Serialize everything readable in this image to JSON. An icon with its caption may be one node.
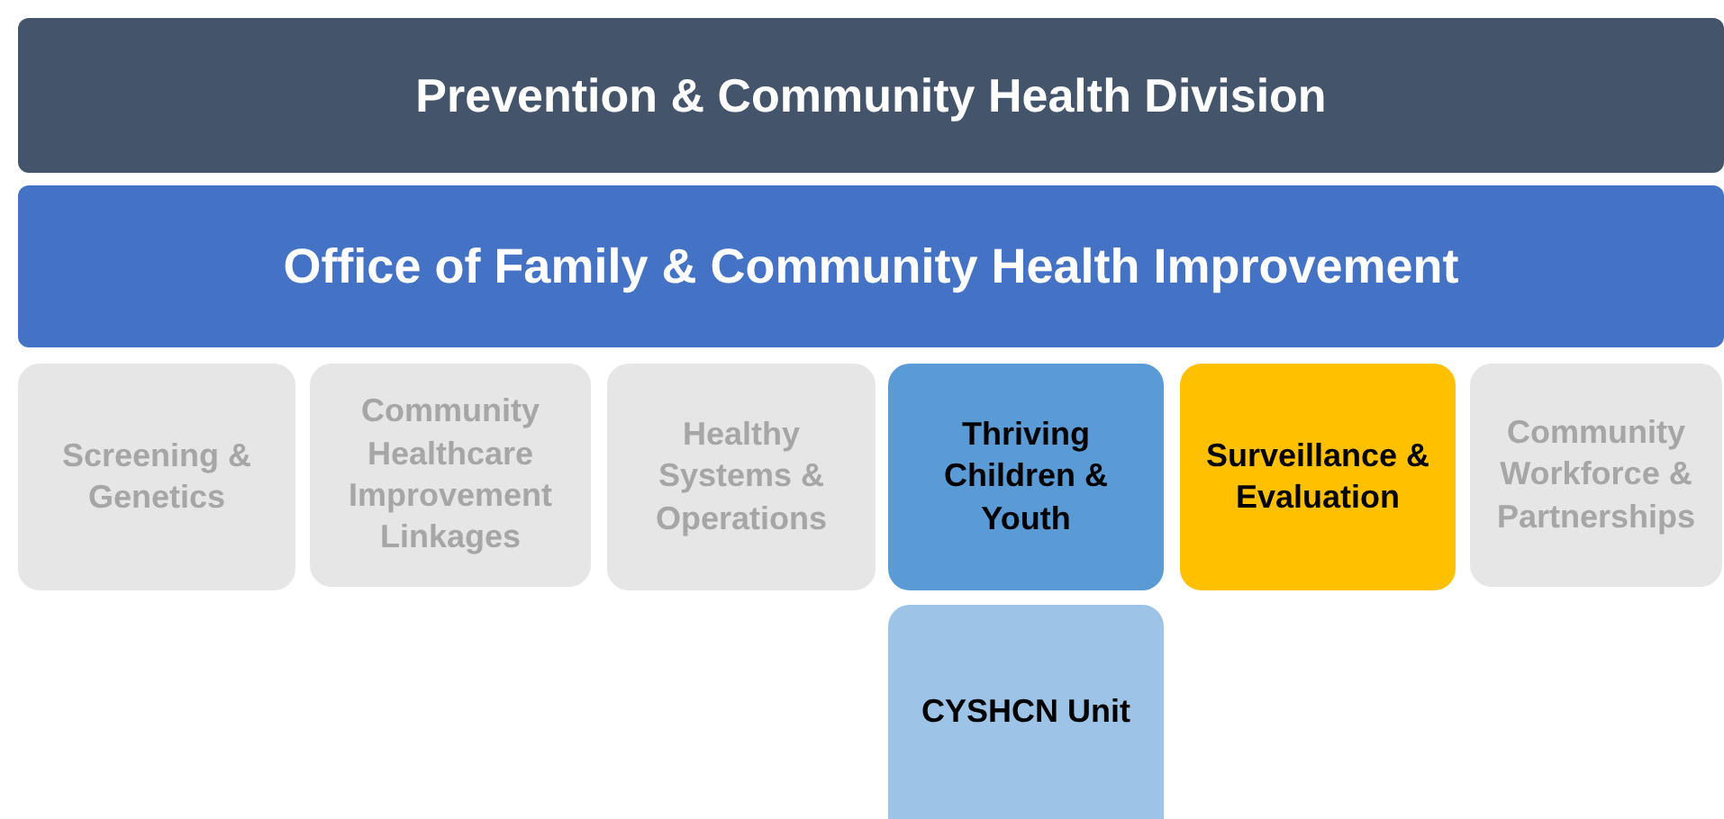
{
  "diagram": {
    "nodes": [
      {
        "text": [
          "Prevention & Community Health Division"
        ]
      },
      {
        "text": [
          "Office of Family  & Community Health Improvement"
        ]
      },
      {
        "text": [
          "Screening & Genetics"
        ]
      },
      {
        "text": [
          "Community Healthcare Improvement Linkages"
        ]
      },
      {
        "text": [
          "Healthy Systems & Operations"
        ]
      },
      {
        "text": [
          "Thriving Children & Youth"
        ]
      },
      {
        "text": [
          "Surveillance & Evaluation"
        ]
      },
      {
        "text": [
          "Community Workforce & Partnerships"
        ]
      },
      {
        "text": [
          "CYSHCN Unit"
        ]
      }
    ]
  }
}
